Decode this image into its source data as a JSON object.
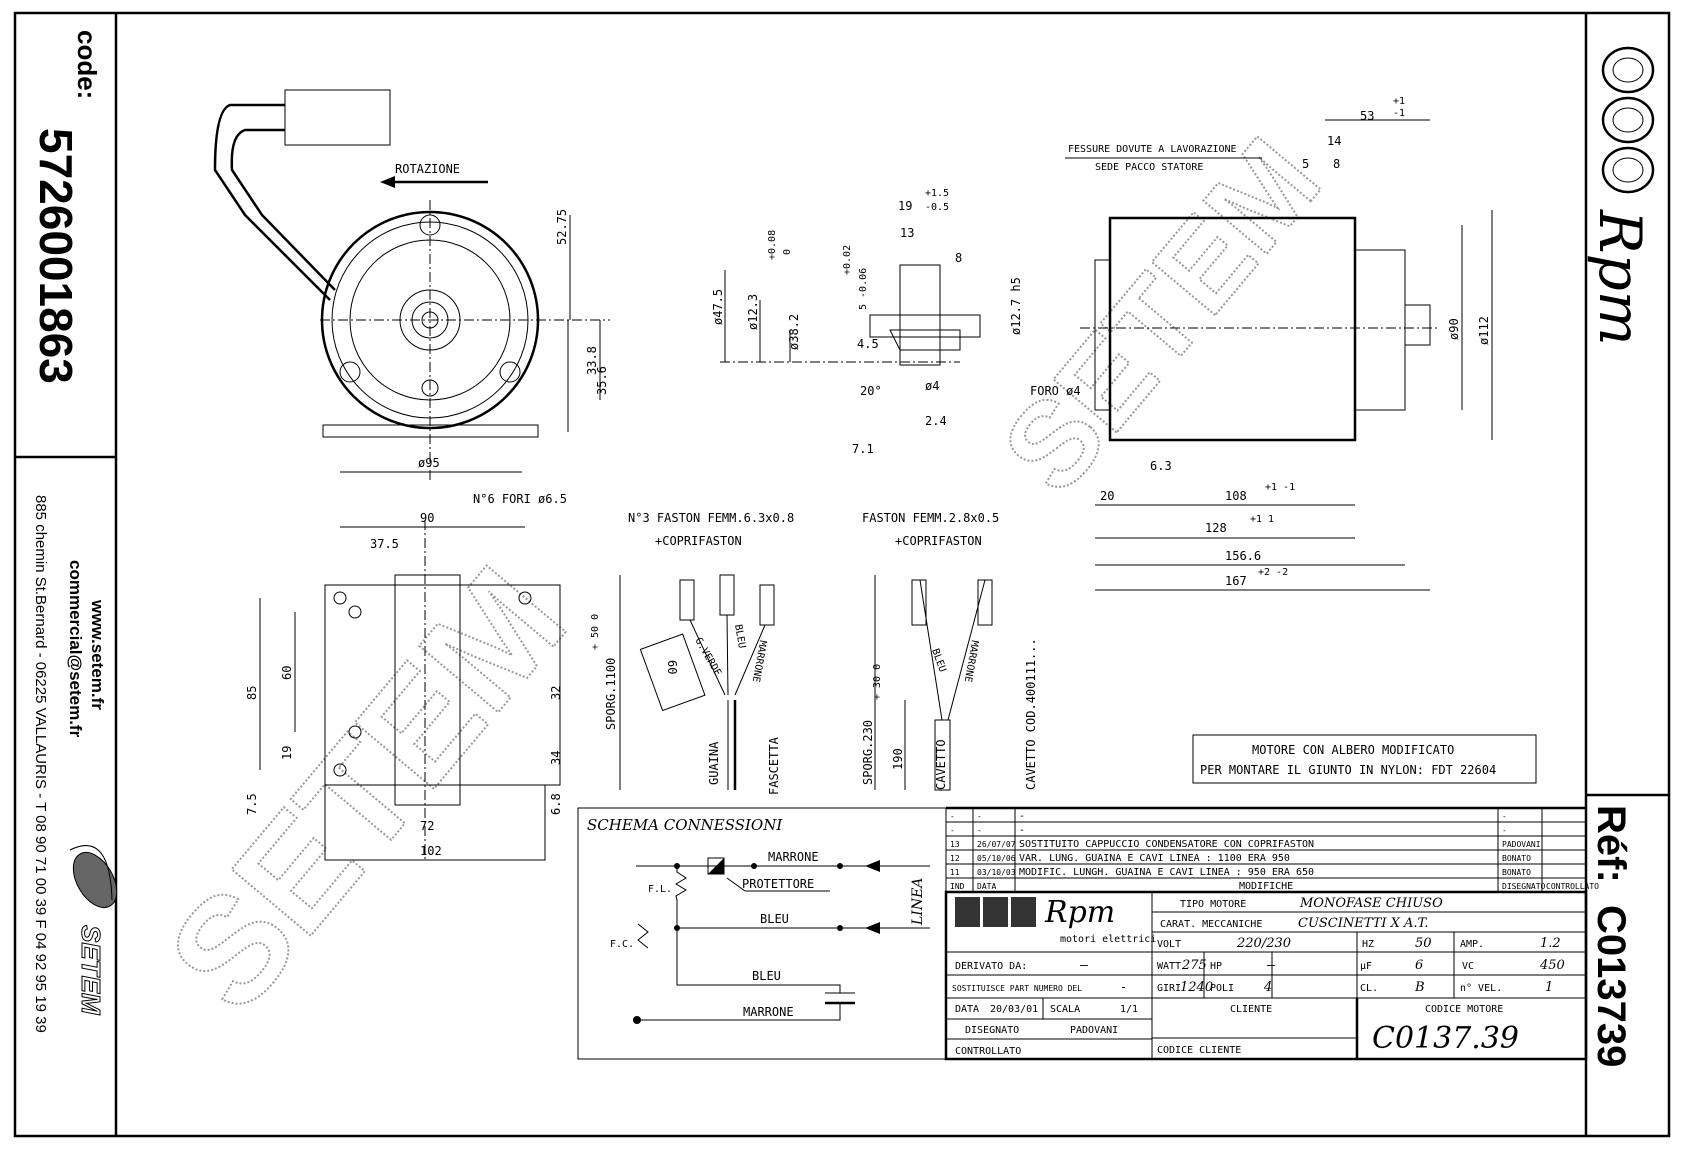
{
  "sidebar_left": {
    "code_label": "code:",
    "code_value": "5726001863",
    "website": "www.setem.fr",
    "email": "commercial@setem.fr",
    "address": "885 chemin St.Bernard  -  06225 VALLAURIS  -  T 08 90 71 00 39   F 04 92 95 19 39",
    "brand": "SETEM"
  },
  "sidebar_right": {
    "logo": "Rpm",
    "ref_label": "Réf:",
    "ref_value": "C013739"
  },
  "watermark": "SETEM",
  "front_view": {
    "rotation_label": "ROTAZIONE",
    "dims": [
      "52.75",
      "33.8",
      "35.6",
      "ø95"
    ]
  },
  "shaft_detail": {
    "dims": [
      "ø47.5",
      "ø12.3",
      "ø38.2",
      "+0.08",
      "0",
      "+0.02",
      "5 -0.06",
      "19",
      "+1.5",
      "-0.5",
      "13",
      "8",
      "ø12.7 h5",
      "4.5",
      "20°",
      "ø4",
      "2.4",
      "7.1"
    ]
  },
  "side_view": {
    "note_line1": "FESSURE DOVUTE A LAVORAZIONE",
    "note_line2": "SEDE PACCO STATORE",
    "hole_label": "FORO ø4",
    "dims": [
      "53",
      "+1",
      "-1",
      "14",
      "5",
      "8",
      "ø90",
      "ø112",
      "6.3",
      "20",
      "108",
      "128",
      "156.6",
      "167"
    ],
    "tol_108": "+1 -1",
    "tol_128": "+1 1",
    "tol_167": "+2 -2"
  },
  "plan_view": {
    "holes_label": "N°6 FORI ø6.5",
    "dims": [
      "90",
      "37.5",
      "85",
      "60",
      "19",
      "7.5",
      "32",
      "34",
      "6.8",
      "72",
      "102"
    ]
  },
  "wire_detail_1": {
    "title1": "N°3 FASTON FEMM.6.3x0.8",
    "title2": "+COPRIFASTON",
    "sporg": "SPORG.1100",
    "tol": "+ 50 0",
    "dim_60": "60",
    "wire_labels": [
      "G.VERDE",
      "BLEU",
      "MARRONE"
    ],
    "guaina": "GUAINA",
    "fascetta": "FASCETTA"
  },
  "wire_detail_2": {
    "title1": "FASTON FEMM.2.8x0.5",
    "title2": "+COPRIFASTON",
    "sporg": "SPORG.230",
    "tol": "+ 30 0",
    "dim_190": "190",
    "wire_labels": [
      "BLEU",
      "MARRONE"
    ],
    "cavetto": "CAVETTO",
    "cavetto_code": "CAVETTO COD.400111..."
  },
  "note_box": {
    "line1": "MOTORE CON ALBERO MODIFICATO",
    "line2": "PER MONTARE IL GIUNTO IN NYLON: FDT 22604"
  },
  "schema": {
    "title": "SCHEMA CONNESSIONI",
    "marrone_top": "MARRONE",
    "protettore": "PROTETTORE",
    "bleu": "BLEU",
    "bleu_cap": "BLEU",
    "marrone_bottom": "MARRONE",
    "fl": "F.L.",
    "fc": "F.C.",
    "linea": "LINEA"
  },
  "revisions": {
    "rows": [
      {
        "ind": "-",
        "data": "-",
        "desc": "-",
        "drawn": "-",
        "checked": ""
      },
      {
        "ind": "-",
        "data": "-",
        "desc": "-",
        "drawn": "-",
        "checked": ""
      },
      {
        "ind": "13",
        "data": "26/07/07",
        "desc": "SOSTITUITO CAPPUCCIO CONDENSATORE CON COPRIFASTON",
        "drawn": "PADOVANI",
        "checked": ""
      },
      {
        "ind": "12",
        "data": "05/10/06",
        "desc": "VAR. LUNG. GUAINA E CAVI  LINEA : 1100 ERA 950",
        "drawn": "BONATO",
        "checked": ""
      },
      {
        "ind": "11",
        "data": "03/10/03",
        "desc": "MODIFIC. LUNGH. GUAINA E  CAVI LINEA : 950 ERA 650",
        "drawn": "BONATO",
        "checked": ""
      }
    ],
    "header": {
      "ind": "IND",
      "data": "DATA",
      "desc": "MODIFICHE",
      "drawn": "DISEGNATO",
      "checked": "CONTROLLATO"
    }
  },
  "title_block": {
    "logo": "Rpm",
    "logo_sub": "motori elettrici",
    "tipo_motore_label": "TIPO MOTORE",
    "tipo_motore": "MONOFASE CHIUSO",
    "carat_label": "CARAT. MECCANICHE",
    "carat": "CUSCINETTI X A.T.",
    "volt_label": "VOLT",
    "volt": "220/230",
    "hz_label": "HZ",
    "hz": "50",
    "amp_label": "AMP.",
    "amp": "1.2",
    "watt_label": "WATT",
    "watt": "275",
    "hp_label": "HP",
    "hp": "—",
    "uf_label": "µF",
    "uf": "6",
    "vc_label": "VC",
    "vc": "450",
    "giri_label": "GIRI",
    "giri": "1240",
    "poli_label": "POLI",
    "poli": "4",
    "cl_label": "CL.",
    "cl": "B",
    "nvel_label": "n° VEL.",
    "nvel": "1",
    "derivato_label": "DERIVATO DA:",
    "derivato": "—",
    "sostituisce_label": "SOSTITUISCE PART NUMERO DEL",
    "sostituisce": "-",
    "data_label": "DATA",
    "data": "20/03/01",
    "scala_label": "SCALA",
    "scala": "1/1",
    "disegnato_label": "DISEGNATO",
    "disegnato": "PADOVANI",
    "controllato_label": "CONTROLLATO",
    "cliente_label": "CLIENTE",
    "codice_cliente_label": "CODICE CLIENTE",
    "codice_motore_label": "CODICE MOTORE",
    "codice_motore": "C0137.39"
  }
}
